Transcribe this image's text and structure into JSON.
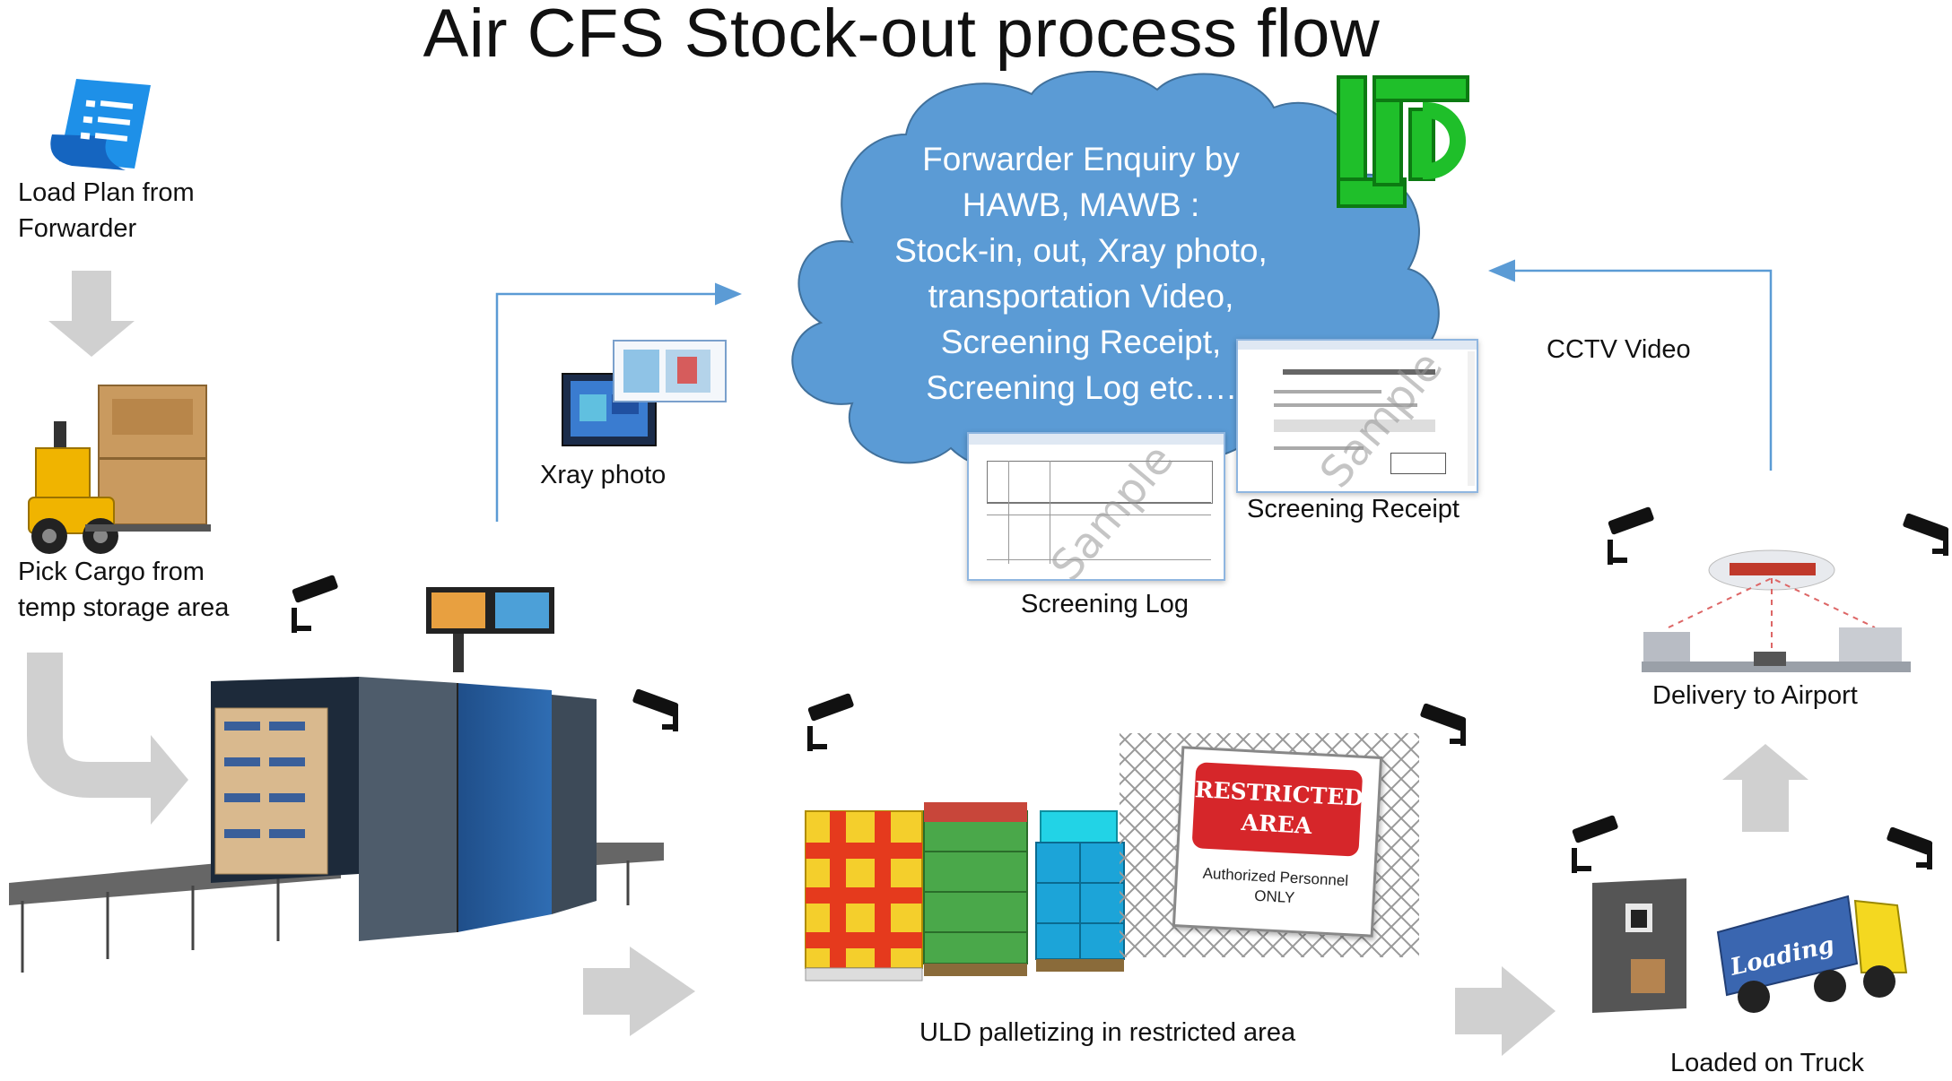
{
  "title": "Air CFS Stock-out process flow",
  "labels": {
    "load_plan": [
      "Load Plan from",
      "Forwarder"
    ],
    "pick_cargo": [
      "Pick Cargo from",
      "temp storage area"
    ],
    "xray_photo": "Xray photo",
    "screening_log": "Screening Log",
    "screening_receipt": "Screening Receipt",
    "cctv_video": "CCTV Video",
    "delivery": "Delivery to Airport",
    "uld": "ULD palletizing in restricted area",
    "loaded": "Loaded on Truck"
  },
  "cloud_lines": [
    "Forwarder Enquiry by",
    "HAWB, MAWB :",
    "Stock-in, out, Xray photo,",
    "transportation Video,",
    "Screening Receipt,",
    "Screening Log etc…."
  ],
  "sign": {
    "line1": "RESTRICTED",
    "line2": "AREA",
    "line3": "Authorized Personnel",
    "line4": "ONLY"
  },
  "truck_text": "Loading",
  "doc_watermark": "Sample",
  "colors": {
    "cloud": "#5b9bd5",
    "connector": "#5b9bd5",
    "gray_arrow": "#d0d0d0",
    "logo_green": "#1fbf2a",
    "sign_red": "#d6262a"
  }
}
